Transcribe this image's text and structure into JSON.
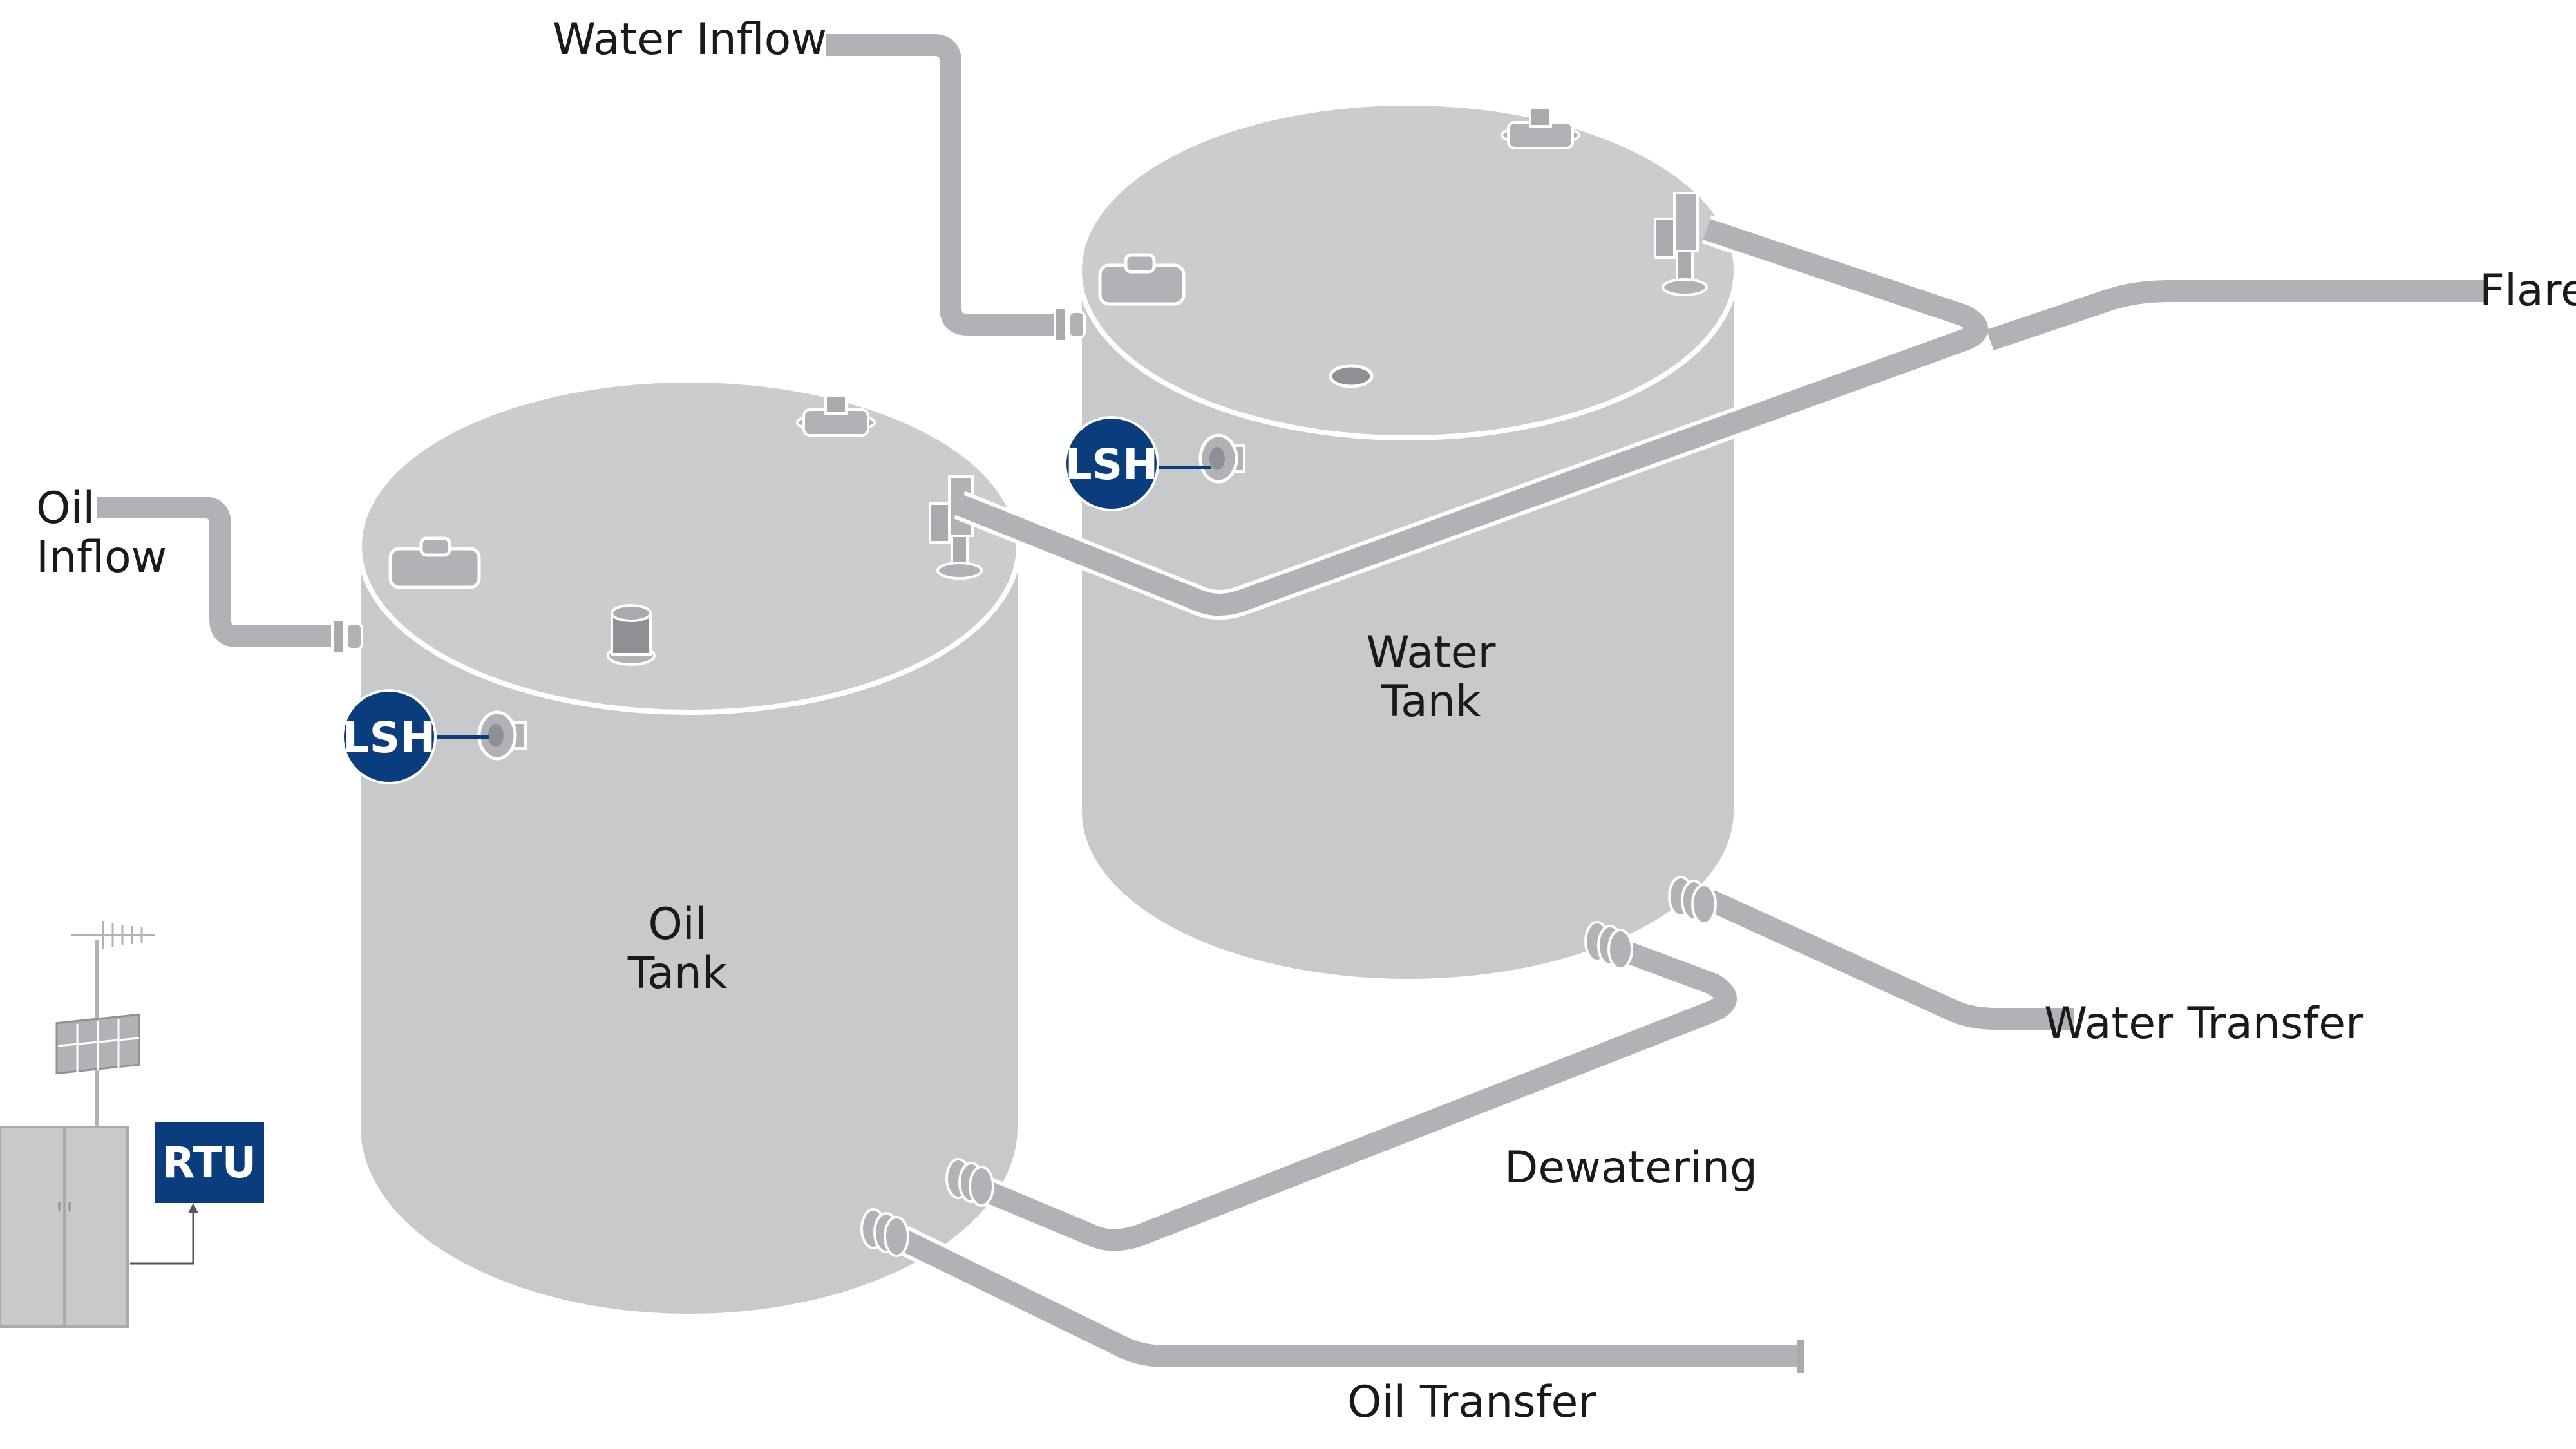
{
  "labels": {
    "water_inflow": "Water Inflow",
    "oil_inflow_line1": "Oil",
    "oil_inflow_line2": "Inflow",
    "flare": "Flare",
    "water_transfer": "Water Transfer",
    "dewatering": "Dewatering",
    "oil_transfer": "Oil Transfer"
  },
  "tanks": {
    "water": {
      "line1": "Water",
      "line2": "Tank"
    },
    "oil": {
      "line1": "Oil",
      "line2": "Tank"
    }
  },
  "badges": {
    "water_lsh": "LSH",
    "oil_lsh": "LSH",
    "rtu": "RTU"
  },
  "colors": {
    "tank_body": "#c8c9cb",
    "tank_top": "#cbcccd",
    "pipe": "#b1b2b5",
    "accent_blue": "#0a3d7e",
    "text": "#1a1a1a"
  },
  "icons": {
    "lsh_sensor": "level-switch-sensor-icon",
    "vent": "vent-icon",
    "hatch": "thief-hatch-icon",
    "solar_panel": "solar-panel-icon",
    "antenna": "antenna-icon",
    "cabinet": "rtu-cabinet-icon"
  }
}
